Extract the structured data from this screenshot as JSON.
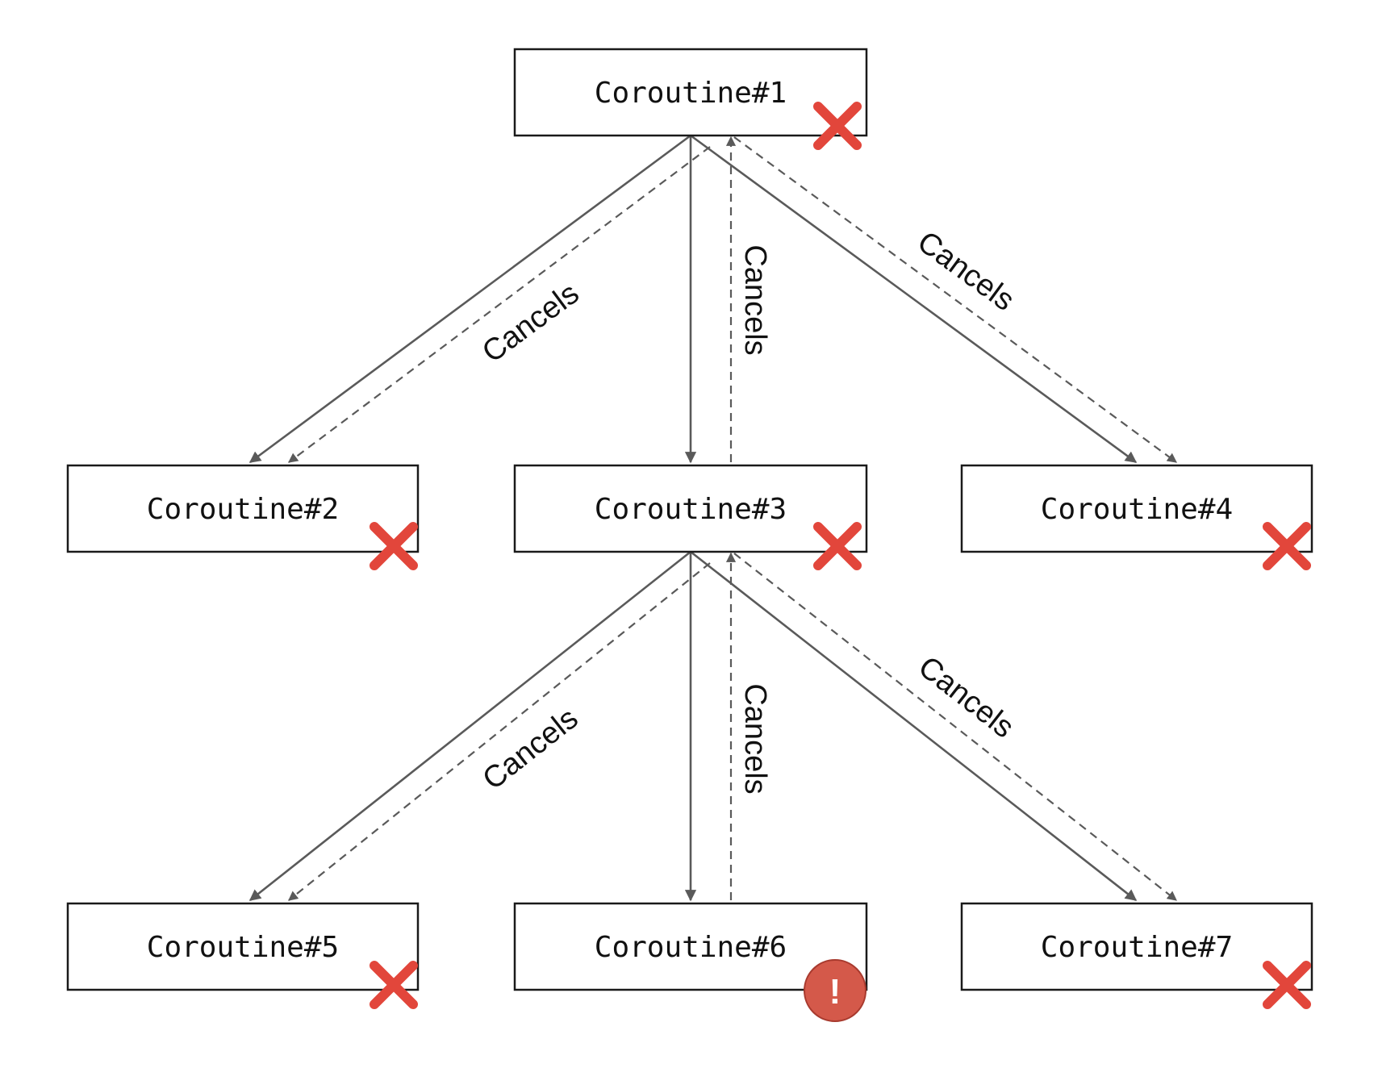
{
  "nodes": [
    {
      "id": "c1",
      "label": "Coroutine#1",
      "status": "cancelled"
    },
    {
      "id": "c2",
      "label": "Coroutine#2",
      "status": "cancelled"
    },
    {
      "id": "c3",
      "label": "Coroutine#3",
      "status": "cancelled"
    },
    {
      "id": "c4",
      "label": "Coroutine#4",
      "status": "cancelled"
    },
    {
      "id": "c5",
      "label": "Coroutine#5",
      "status": "cancelled"
    },
    {
      "id": "c6",
      "label": "Coroutine#6",
      "status": "error"
    },
    {
      "id": "c7",
      "label": "Coroutine#7",
      "status": "cancelled"
    }
  ],
  "edge_labels": {
    "c1_to_c2": "Cancels",
    "c3_to_c1": "Cancels",
    "c1_to_c4": "Cancels",
    "c3_to_c5": "Cancels",
    "c6_to_c3": "Cancels",
    "c3_to_c7": "Cancels"
  },
  "error_badge": "!",
  "colors": {
    "cancel_mark": "#e2463b",
    "error_badge": "#d4594a",
    "edge": "#5a5a5a"
  }
}
